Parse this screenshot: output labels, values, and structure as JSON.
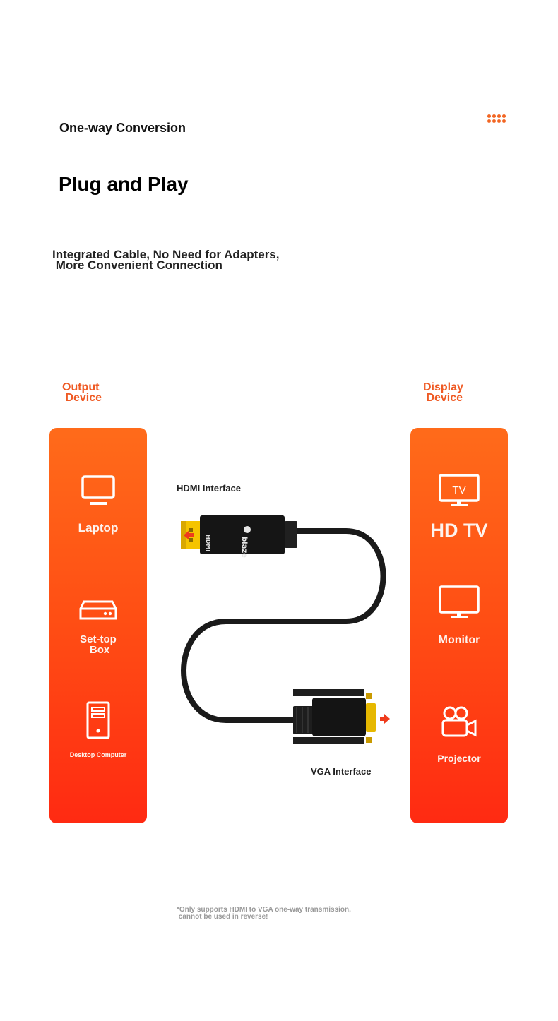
{
  "header": {
    "kicker": "One-way Conversion",
    "title": "Plug and Play",
    "subtitle": "Integrated Cable, No Need for Adapters,\n More Convenient Connection"
  },
  "columns": {
    "output_label": "Output\n Device",
    "display_label": "Display\n Device"
  },
  "output_devices": [
    {
      "name": "Laptop",
      "icon": "laptop-icon"
    },
    {
      "name": "Set-top\n Box",
      "icon": "set-top-box-icon"
    },
    {
      "name": "Desktop Computer",
      "icon": "desktop-tower-icon"
    }
  ],
  "display_devices": [
    {
      "name": "HD TV",
      "icon": "tv-icon",
      "icon_text": "TV"
    },
    {
      "name": "Monitor",
      "icon": "monitor-icon"
    },
    {
      "name": "Projector",
      "icon": "projector-camera-icon"
    }
  ],
  "cable": {
    "hdmi_caption": "HDMI Interface",
    "vga_caption": "VGA Interface",
    "hdmi_mark": "HDMI",
    "brand": "blaze"
  },
  "footnote": "*Only supports HDMI to VGA one-way transmission,\n cannot be used in reverse!",
  "colors": {
    "accent": "#f26522",
    "panel_top": "#ff6b1a",
    "panel_bottom": "#ff2a12",
    "connector_gold": "#f5c400",
    "cable_black": "#1a1a1a"
  }
}
